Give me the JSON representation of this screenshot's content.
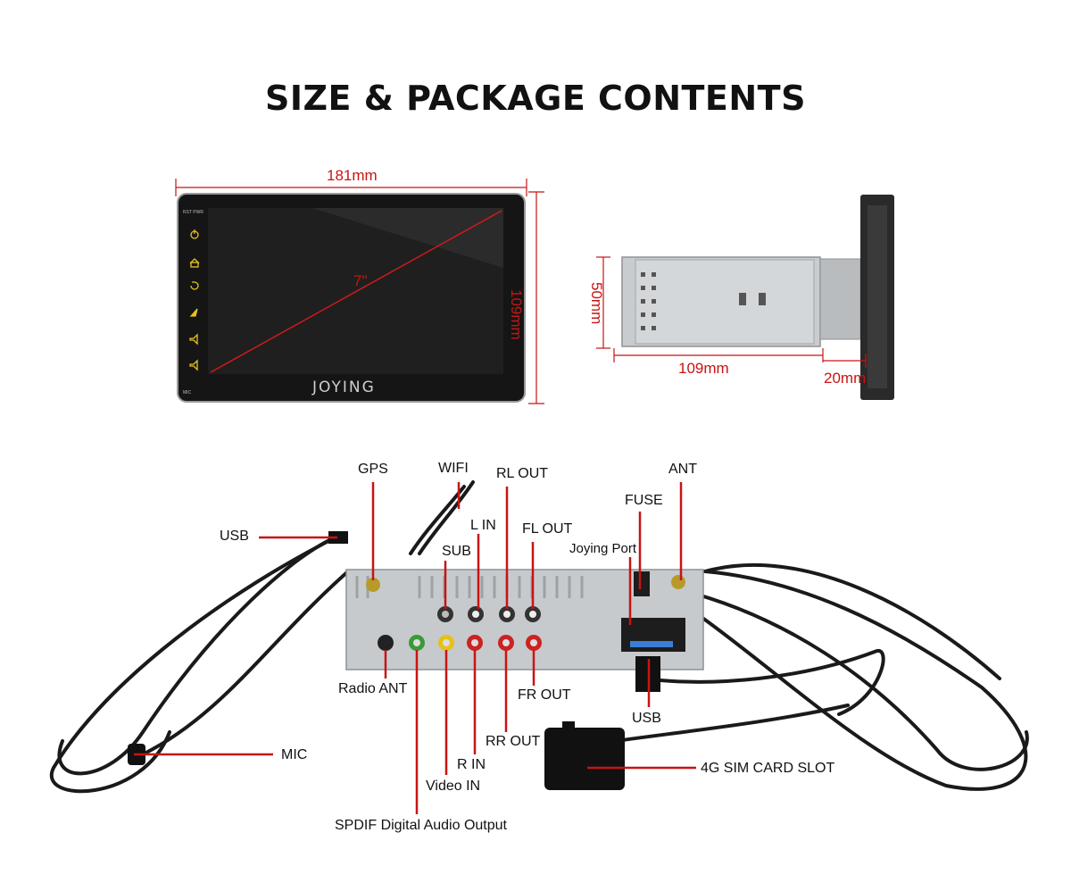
{
  "title": "SIZE & PACKAGE CONTENTS",
  "brand": "JOYING",
  "dimensions": {
    "width": "181mm",
    "height": "109mm",
    "diagonal": "7\"",
    "side_height": "50mm",
    "side_depth": "109mm",
    "side_panel": "20mm"
  },
  "ports": {
    "gps": "GPS",
    "wifi": "WIFI",
    "rl_out": "RL OUT",
    "fuse": "FUSE",
    "ant": "ANT",
    "usb_left": "USB",
    "l_in": "L IN",
    "fl_out": "FL OUT",
    "sub": "SUB",
    "joying_port": "Joying Port",
    "radio_ant": "Radio ANT",
    "fr_out": "FR OUT",
    "usb_right": "USB",
    "rr_out": "RR OUT",
    "mic": "MIC",
    "r_in": "R IN",
    "sim": "4G SIM CARD SLOT",
    "video_in": "Video IN",
    "spdif": "SPDIF Digital Audio Output"
  },
  "colors": {
    "accent": "#c81414",
    "device": "#1b1b1b",
    "metal": "#c9ccce"
  }
}
